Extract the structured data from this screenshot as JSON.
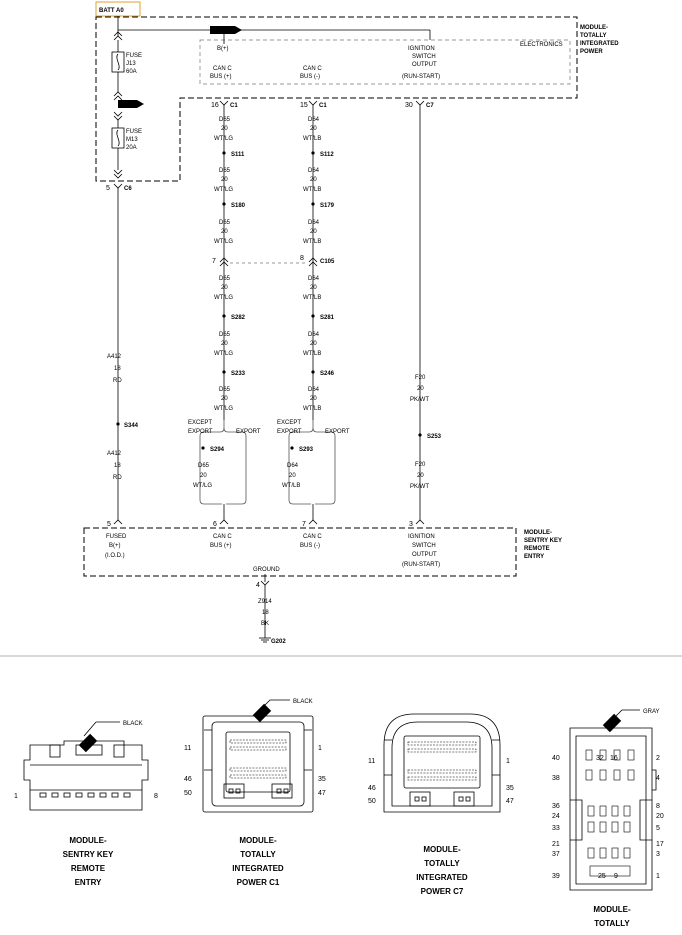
{
  "header": {
    "batt_label": "BATT A0"
  },
  "modules": {
    "tip": {
      "line1": "MODULE-",
      "line2": "TOTALLY",
      "line3": "INTEGRATED",
      "line4": "POWER",
      "electronics": "ELECTRONICS"
    },
    "skreem": {
      "line1": "MODULE-",
      "line2": "SENTRY KEY",
      "line3": "REMOTE",
      "line4": "ENTRY"
    }
  },
  "fuses": {
    "j13": {
      "l1": "FUSE",
      "l2": "J13",
      "l3": "60A"
    },
    "m13": {
      "l1": "FUSE",
      "l2": "M13",
      "l3": "20A"
    }
  },
  "tip_labels": {
    "b_plus": "B(+)",
    "can_c_plus": {
      "l1": "CAN C",
      "l2": "BUS (+)"
    },
    "can_c_minus": {
      "l1": "CAN C",
      "l2": "BUS (-)"
    },
    "ign": {
      "l1": "IGNITION",
      "l2": "SWITCH",
      "l3": "OUTPUT",
      "l4": "(RUN-START)"
    }
  },
  "connectors": {
    "c1a": {
      "pin": "16",
      "name": "C1"
    },
    "c1b": {
      "pin": "15",
      "name": "C1"
    },
    "c7": {
      "pin": "30",
      "name": "C7"
    },
    "c6": {
      "pin": "5",
      "name": "C6"
    },
    "c105": {
      "pin_left": "7",
      "pin_right": "8",
      "name": "C105"
    },
    "sk_b": {
      "pin": "5"
    },
    "sk_canp": {
      "pin": "6"
    },
    "sk_canm": {
      "pin": "7"
    },
    "sk_ign": {
      "pin": "3"
    },
    "sk_gnd": {
      "pin": "4"
    }
  },
  "wires": {
    "d65": {
      "circuit": "D65",
      "gauge": "20",
      "color": "WT/LG"
    },
    "d64": {
      "circuit": "D64",
      "gauge": "20",
      "color": "WT/LB"
    },
    "a412": {
      "circuit": "A412",
      "gauge": "18",
      "color": "RD"
    },
    "f20": {
      "circuit": "F20",
      "gauge": "20",
      "color": "PK/WT"
    },
    "z914": {
      "circuit": "Z914",
      "gauge": "18",
      "color": "BK"
    }
  },
  "splices": {
    "s111": "S111",
    "s112": "S112",
    "s180": "S180",
    "s179": "S179",
    "s282": "S282",
    "s281": "S281",
    "s233": "S233",
    "s246": "S246",
    "s294": "S294",
    "s293": "S293",
    "s253": "S253",
    "s344": "S344"
  },
  "export": {
    "except1": "EXCEPT",
    "except2": "EXPORT",
    "export": "EXPORT"
  },
  "skreem_labels": {
    "fused": {
      "l1": "FUSED",
      "l2": "B(+)",
      "l3": "(I.O.D.)"
    },
    "can_c_plus": {
      "l1": "CAN C",
      "l2": "BUS (+)"
    },
    "can_c_minus": {
      "l1": "CAN C",
      "l2": "BUS (-)"
    },
    "ign": {
      "l1": "IGNITION",
      "l2": "SWITCH",
      "l3": "OUTPUT",
      "l4": "(RUN-START)"
    },
    "ground": "GROUND"
  },
  "ground_point": "G202",
  "connector_views": {
    "skreem": {
      "color": "BLACK",
      "pin_left": "1",
      "pin_right": "8",
      "caption": [
        "MODULE-",
        "SENTRY KEY",
        "REMOTE",
        "ENTRY"
      ]
    },
    "c1": {
      "color": "BLACK",
      "pins": [
        "11",
        "1",
        "46",
        "35",
        "50",
        "47"
      ],
      "caption": [
        "MODULE-",
        "TOTALLY",
        "INTEGRATED",
        "POWER C1"
      ]
    },
    "c7": {
      "pins": [
        "11",
        "1",
        "46",
        "35",
        "50",
        "47"
      ],
      "caption": [
        "MODULE-",
        "TOTALLY",
        "INTEGRATED",
        "POWER C7"
      ]
    },
    "gray": {
      "color": "GRAY",
      "pins": [
        "40",
        "32",
        "16",
        "2",
        "38",
        "4",
        "36",
        "24",
        "33",
        "8",
        "20",
        "5",
        "21",
        "37",
        "17",
        "3",
        "39",
        "25",
        "9",
        "1"
      ],
      "caption": [
        "MODULE-",
        "TOTALLY"
      ]
    }
  }
}
